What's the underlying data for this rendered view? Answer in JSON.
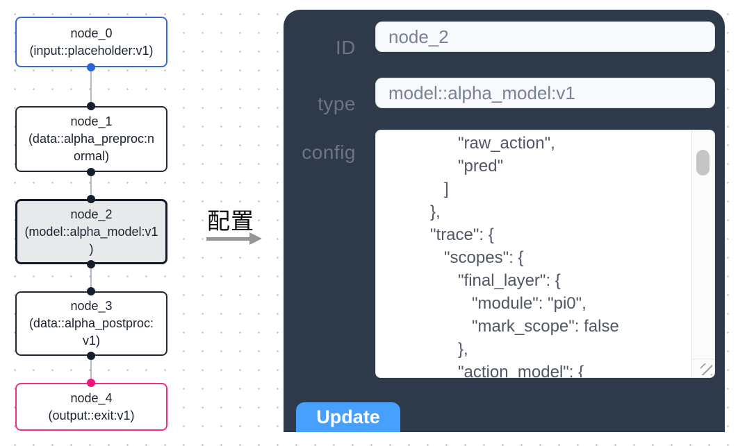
{
  "flow": {
    "nodes": [
      {
        "id": "node_0",
        "type": "input::placeholder:v1",
        "lines": [
          "node_0",
          "(input::placeholder:v1)"
        ],
        "state": "input"
      },
      {
        "id": "node_1",
        "type": "data::alpha_preproc:normal",
        "lines": [
          "node_1",
          "(data::alpha_preproc:n",
          "ormal)"
        ],
        "state": "default"
      },
      {
        "id": "node_2",
        "type": "model::alpha_model:v1",
        "lines": [
          "node_2",
          "(model::alpha_model:v1",
          ")"
        ],
        "state": "selected"
      },
      {
        "id": "node_3",
        "type": "data::alpha_postproc:v1",
        "lines": [
          "node_3",
          "(data::alpha_postproc:",
          "v1)"
        ],
        "state": "default"
      },
      {
        "id": "node_4",
        "type": "output::exit:v1",
        "lines": [
          "node_4",
          "(output::exit:v1)"
        ],
        "state": "output"
      }
    ],
    "port_colors": {
      "input": "#2b63d8",
      "default": "#141e2c",
      "output": "#f5117c"
    }
  },
  "transition": {
    "label": "配置",
    "arrow_color": "#969696"
  },
  "panel": {
    "background": "#2e3949",
    "fields": [
      {
        "label": "ID",
        "value": "node_2"
      },
      {
        "label": "type",
        "value": "model::alpha_model:v1"
      }
    ],
    "config_label": "config",
    "config_lines": [
      "         \"raw_action\",",
      "         \"pred\"",
      "      ]",
      "   },",
      "   \"trace\": {",
      "      \"scopes\": {",
      "         \"final_layer\": {",
      "            \"module\": \"pi0\",",
      "            \"mark_scope\": false",
      "         },",
      "         \"action_model\": {"
    ],
    "update_label": "Update",
    "accent_button_color": "#47a0fb"
  },
  "colors": {
    "node_border_default": "#1f2835",
    "node_border_input": "#3a68d2",
    "node_border_output": "#ee3080",
    "node_selected_bg": "#e8e9eb",
    "edge": "#b4bac4",
    "grid_dot": "#c8ccd2"
  }
}
